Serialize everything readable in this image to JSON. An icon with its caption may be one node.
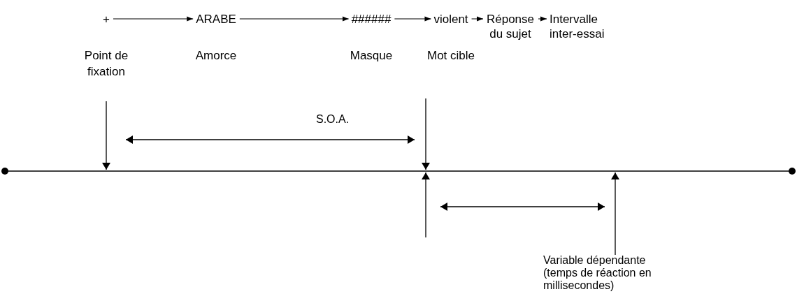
{
  "diagram": {
    "nodes": [
      {
        "text": [
          "+"
        ],
        "beside": [
          "Point de fixation"
        ]
      },
      {
        "text": [
          "ARABE"
        ],
        "beside": [
          "Amorce"
        ]
      },
      {
        "text": [
          "######"
        ],
        "beside": [
          "Masque"
        ]
      },
      {
        "text": [
          "violent"
        ],
        "beside": [
          "Mot cible"
        ]
      },
      {
        "text": [
          "Réponse du sujet"
        ]
      },
      {
        "text": [
          "Intervalle inter-essai"
        ]
      }
    ],
    "edges": [
      {
        "from": 0,
        "to": 1,
        "arrow": "to"
      },
      {
        "from": 1,
        "to": 2,
        "arrow": "to"
      },
      {
        "from": 2,
        "to": 3,
        "arrow": "to"
      },
      {
        "from": 3,
        "to": 4,
        "arrow": "to"
      },
      {
        "from": 4,
        "to": 5,
        "arrow": "to"
      }
    ],
    "labels": [
      "S.O.A.",
      "Variable dépendante (temps de réaction en millisecondes)"
    ]
  }
}
